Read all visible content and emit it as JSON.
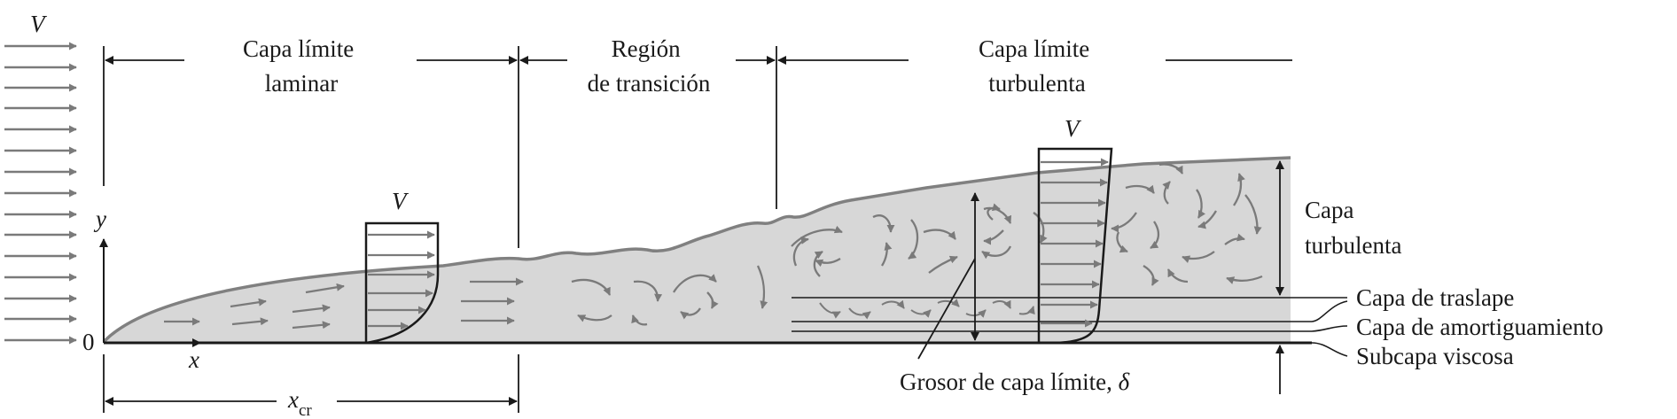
{
  "labels": {
    "v_free": "V",
    "v_laminar": "V",
    "v_turbulent": "V",
    "y_axis": "y",
    "x_axis": "x",
    "origin": "0",
    "xcr_main": "x",
    "xcr_sub": "cr",
    "laminar_line1": "Capa límite",
    "laminar_line2": "laminar",
    "transition_line1": "Región",
    "transition_line2": "de transición",
    "turbulent_line1": "Capa límite",
    "turbulent_line2": "turbulenta",
    "turb_layer_line1": "Capa",
    "turb_layer_line2": "turbulenta",
    "overlap_layer": "Capa de traslape",
    "buffer_layer": "Capa de amortiguamiento",
    "viscous_sublayer": "Subcapa viscosa",
    "thickness_text": "Grosor de capa límite, ",
    "thickness_symbol": "δ"
  },
  "colors": {
    "fluid": "#d7d7d7",
    "edge": "#808080",
    "arrow": "#7a7a7a",
    "line": "#1a1a1a"
  }
}
